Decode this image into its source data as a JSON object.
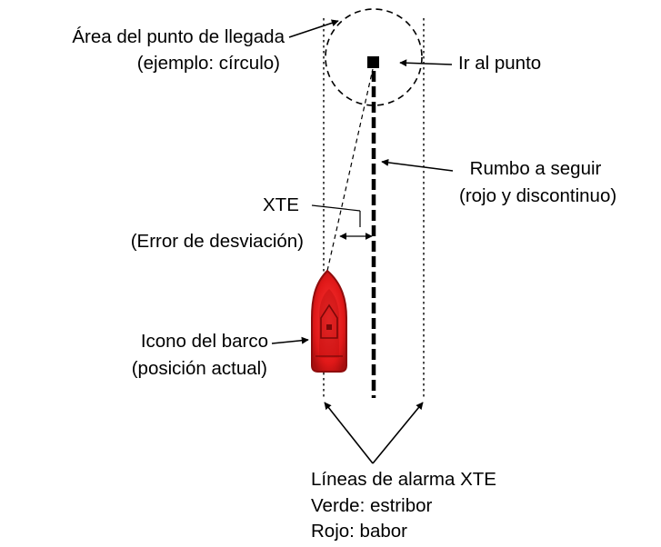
{
  "diagram": {
    "labels": {
      "arrival_area": {
        "line1": "Área del punto de llegada",
        "line2": "(ejemplo: círculo)"
      },
      "go_to_point": "Ir al punto",
      "course": {
        "line1": "Rumbo a seguir",
        "line2": "(rojo y discontinuo)"
      },
      "xte": {
        "line1": "XTE",
        "line2": "(Error de desviación)"
      },
      "ship_icon": {
        "line1": "Icono del barco",
        "line2": "(posición actual)"
      },
      "alarm_lines": {
        "line1": "Líneas de alarma XTE",
        "line2": "Verde: estribor",
        "line3": "Rojo: babor"
      }
    },
    "colors": {
      "ink": "#000000",
      "ship_fill": "#e01818",
      "ship_dark": "#8f0c0c",
      "background": "#ffffff"
    }
  }
}
